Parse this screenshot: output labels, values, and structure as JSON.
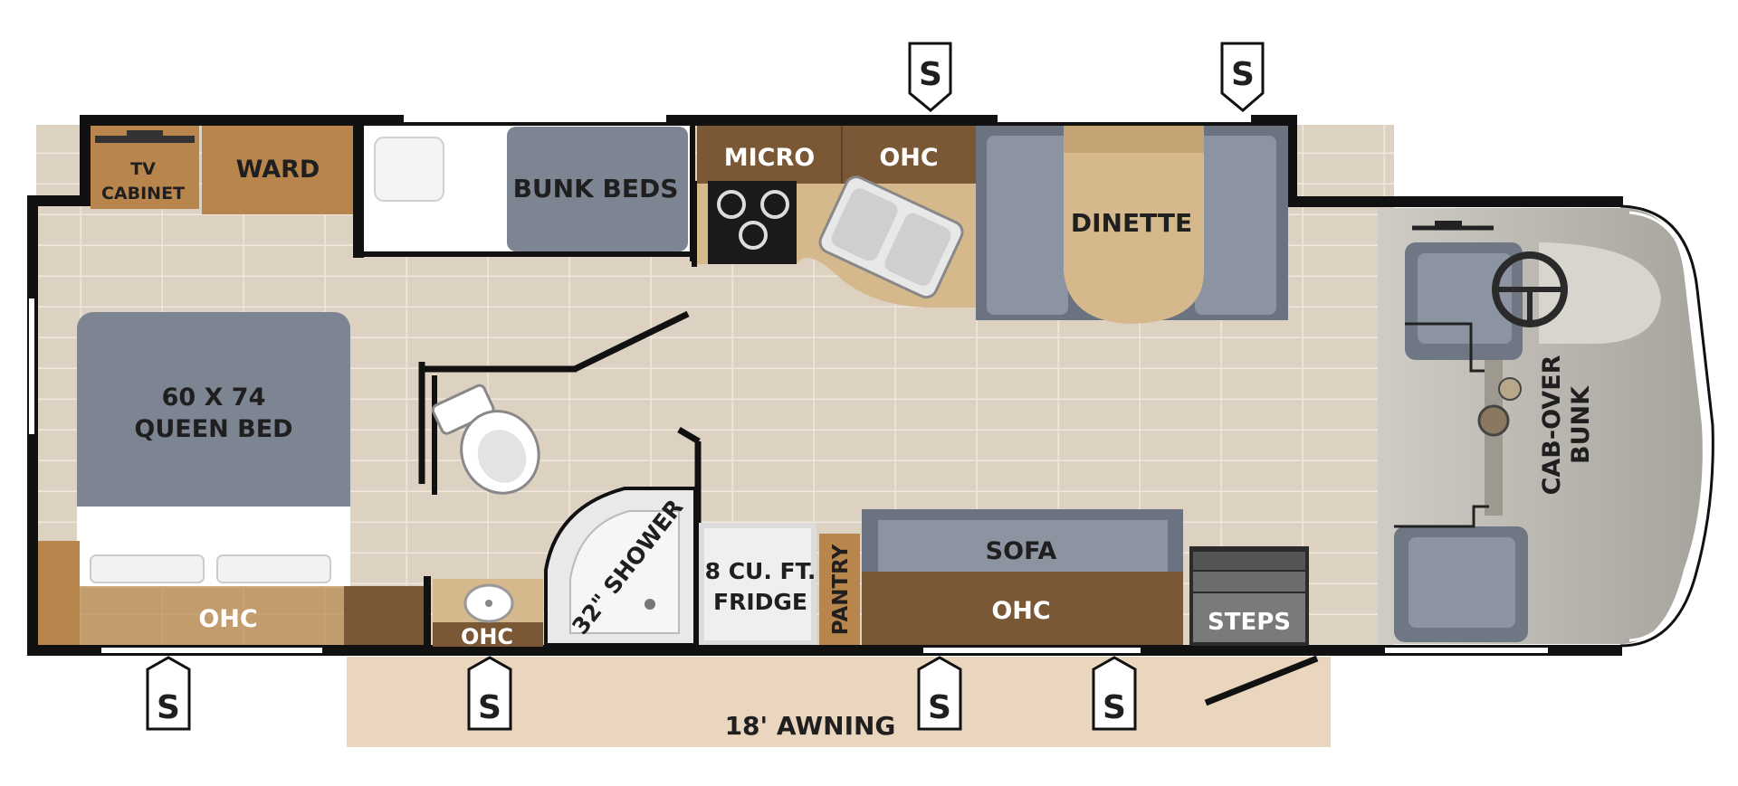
{
  "labels": {
    "tv_cabinet_line1": "TV",
    "tv_cabinet_line2": "CABINET",
    "ward": "WARD",
    "bunk_beds": "BUNK BEDS",
    "micro": "MICRO",
    "ohc_kitchen": "OHC",
    "dinette": "DINETTE",
    "queen_bed_line1": "60 X 74",
    "queen_bed_line2": "QUEEN BED",
    "ohc_bedroom": "OHC",
    "ohc_bath": "OHC",
    "shower": "32\" SHOWER",
    "fridge_line1": "8 CU. FT.",
    "fridge_line2": "FRIDGE",
    "pantry": "PANTRY",
    "sofa": "SOFA",
    "ohc_sofa": "OHC",
    "steps": "STEPS",
    "cab_over_line1": "CAB-OVER",
    "cab_over_line2": "BUNK",
    "awning": "18' AWNING"
  },
  "slide_marker": "S",
  "colors": {
    "floor": "#ddd2c2",
    "wall": "#111111",
    "wood": "#b8864d",
    "wood_dark": "#7a5836",
    "upholstery": "#7d8592",
    "awning": "#ead6bf",
    "cab": "#b9b6b0"
  }
}
